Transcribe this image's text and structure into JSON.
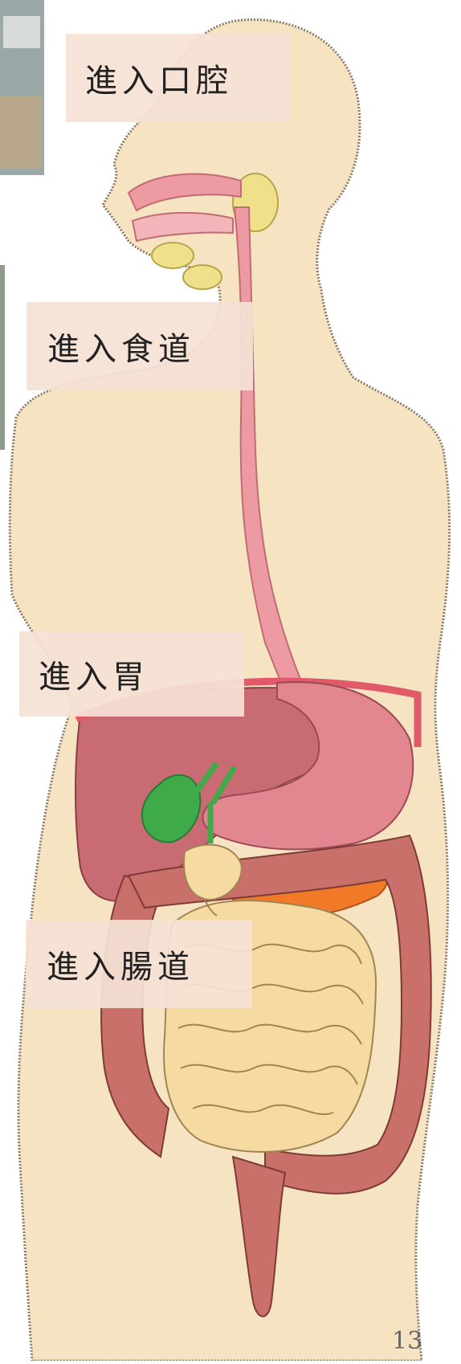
{
  "labels": {
    "mouth": "進入口腔",
    "esophagus": "進入食道",
    "stomach": "進入胃",
    "intestine": "進入腸道"
  },
  "page_number": "13",
  "colors": {
    "body": "#f6e3c1",
    "outline": "#8a7a6a",
    "esophagus": "#ee9aa2",
    "liver": "#c86b73",
    "stomach": "#e28790",
    "gallbladder": "#3faa4a",
    "pancreas": "#f07a28",
    "small_intestine": "#f5dba2",
    "large_intestine": "#c9706b",
    "salivary_gland": "#efe08a"
  }
}
